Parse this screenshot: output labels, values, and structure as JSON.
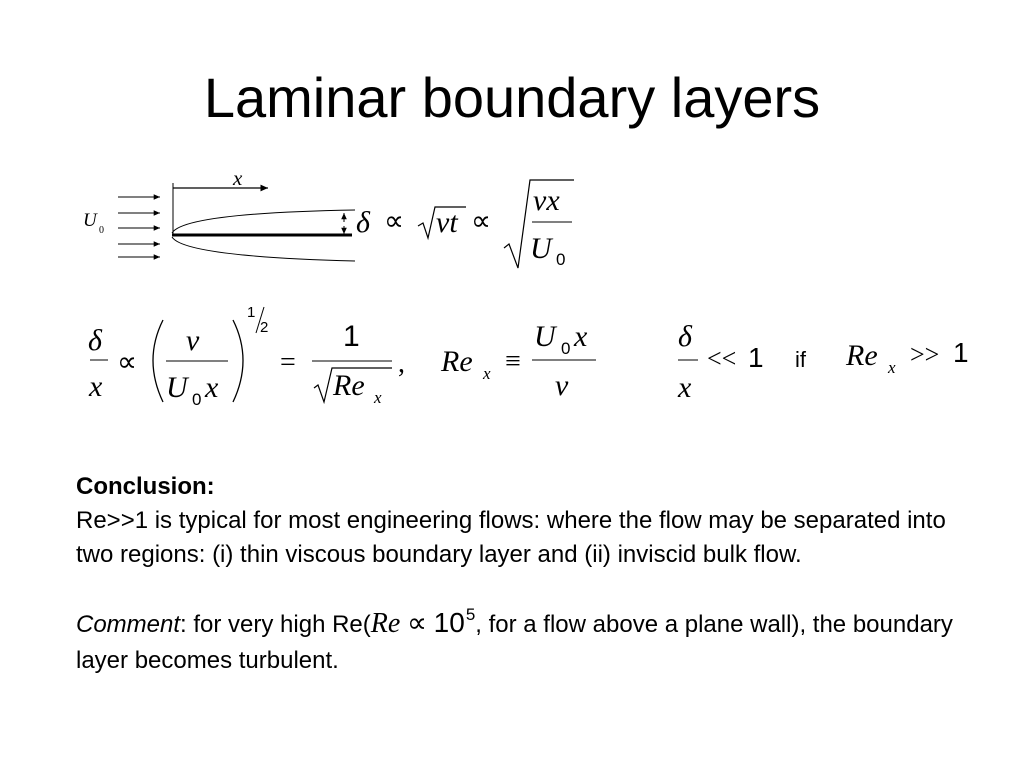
{
  "title": "Laminar boundary layers",
  "diagram": {
    "x_label": "x",
    "u_label": "U",
    "u_sub": "0"
  },
  "eq1": {
    "delta": "δ",
    "prop": "∝",
    "nu_t": "νt",
    "nu_x": "νx",
    "U": "U",
    "U_sub": "0"
  },
  "eq2": {
    "delta": "δ",
    "x": "x",
    "prop": "∝",
    "nu": "ν",
    "U0x_U": "U",
    "U0x_sub": "0",
    "U0x_x": "x",
    "exp_num": "1",
    "exp_den": "2",
    "equals": "=",
    "one": "1",
    "Re": "Re",
    "Re_sub": "x",
    "comma": ","
  },
  "eq3": {
    "Re": "Re",
    "Re_sub": "x",
    "equiv": "≡",
    "num_U": "U",
    "num_sub": "0",
    "num_x": "x",
    "den": "ν"
  },
  "eq4": {
    "delta": "δ",
    "x": "x",
    "rel": "<<",
    "one": "1",
    "if": "if",
    "Re": "Re",
    "Re_sub": "x",
    "rel2": ">>",
    "one2": "1"
  },
  "conclusion": {
    "heading": "Conclusion:",
    "text": "Re>>1 is typical for most engineering flows: where the flow may be separated into two regions: (i) thin viscous boundary layer and (ii) inviscid bulk flow."
  },
  "comment": {
    "label": "Comment",
    "text_before": ": for very high Re(",
    "Re": "Re",
    "prop": "∝",
    "ten": "10",
    "exp": "5",
    "text_after": ", for a flow above a plane wall), the boundary layer becomes turbulent."
  }
}
